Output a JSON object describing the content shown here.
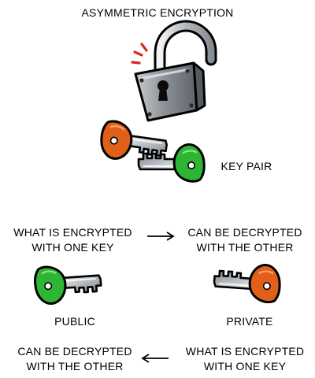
{
  "title": "ASYMMETRIC ENCRYPTION",
  "key_pair_label": "KEY PAIR",
  "step1": {
    "left": [
      "WHAT IS ENCRYPTED",
      "WITH ONE KEY"
    ],
    "right": [
      "CAN BE DECRYPTED",
      "WITH THE OTHER"
    ],
    "arrow": "right"
  },
  "public_label": "PUBLIC",
  "private_label": "PRIVATE",
  "step2": {
    "left": [
      "CAN BE DECRYPTED",
      "WITH THE OTHER"
    ],
    "right": [
      "WHAT IS ENCRYPTED",
      "WITH ONE KEY"
    ],
    "arrow": "left"
  },
  "colors": {
    "public_key": "#2fb534",
    "private_key": "#e0601a",
    "key_metal": "#b9bcbf",
    "lock_metal": "#9aa0a6",
    "alert_marks": "#e0261b"
  },
  "icons": [
    "open-padlock-icon",
    "private-key-icon",
    "public-key-icon",
    "arrow-right-icon",
    "arrow-left-icon"
  ]
}
